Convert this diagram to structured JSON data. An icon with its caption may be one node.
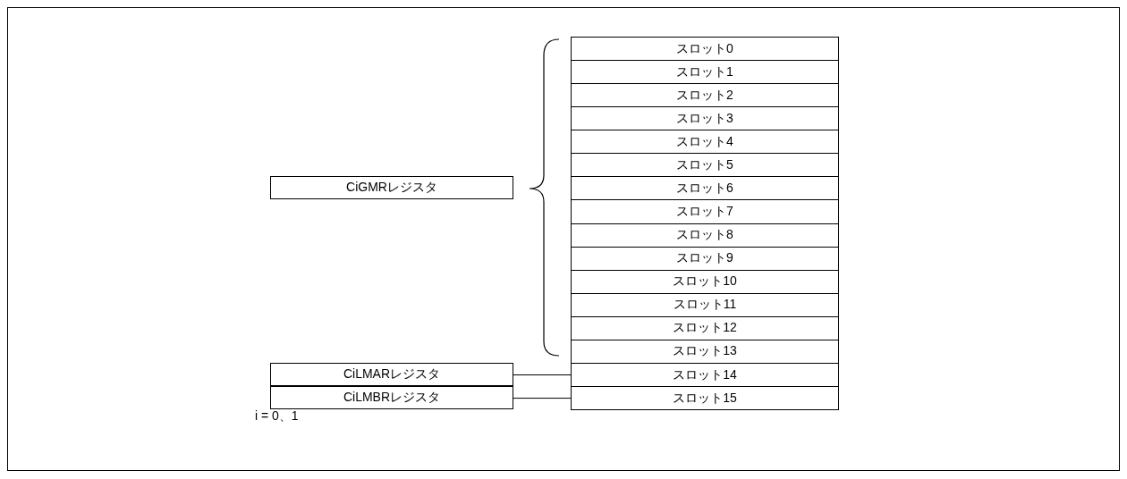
{
  "diagram": {
    "nodes": [
      {
        "text": [
          "CiGMRレジスタ"
        ]
      },
      {
        "text": [
          "CiLMARレジスタ"
        ]
      },
      {
        "text": [
          "CiLMBRレジスタ"
        ]
      },
      {
        "text": [
          "スロット0"
        ]
      },
      {
        "text": [
          "スロット1"
        ]
      },
      {
        "text": [
          "スロット2"
        ]
      },
      {
        "text": [
          "スロット3"
        ]
      },
      {
        "text": [
          "スロット4"
        ]
      },
      {
        "text": [
          "スロット5"
        ]
      },
      {
        "text": [
          "スロット6"
        ]
      },
      {
        "text": [
          "スロット7"
        ]
      },
      {
        "text": [
          "スロット8"
        ]
      },
      {
        "text": [
          "スロット9"
        ]
      },
      {
        "text": [
          "スロット10"
        ]
      },
      {
        "text": [
          "スロット11"
        ]
      },
      {
        "text": [
          "スロット12"
        ]
      },
      {
        "text": [
          "スロット13"
        ]
      },
      {
        "text": [
          "スロット14"
        ]
      },
      {
        "text": [
          "スロット15"
        ]
      }
    ],
    "edges": [
      {
        "from": 1,
        "to": 17,
        "arrow": "none"
      },
      {
        "from": 2,
        "to": 18,
        "arrow": "none"
      }
    ],
    "labels": [
      "i = 0、1"
    ]
  }
}
